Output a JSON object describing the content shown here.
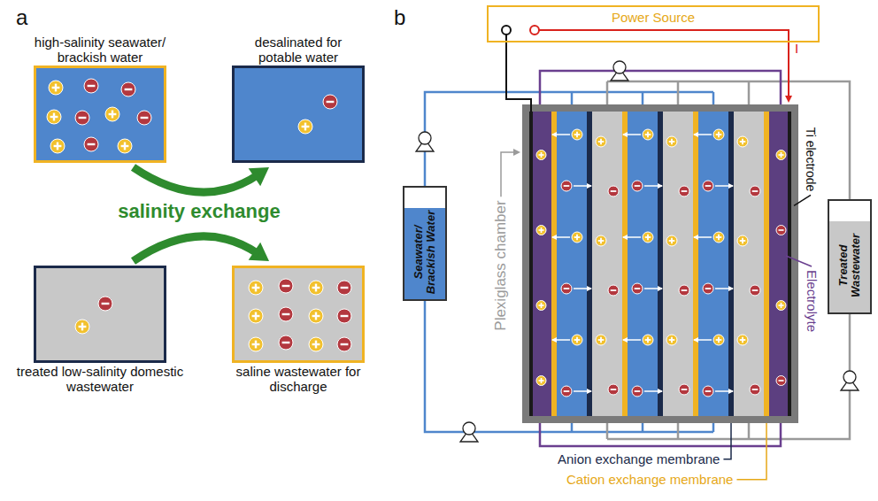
{
  "diagram": {
    "nodes": [
      {
        "text": [
          "high-salinity seawater/ brackish water"
        ]
      },
      {
        "text": [
          "desalinated for potable water"
        ]
      },
      {
        "text": [
          "treated low-salinity domestic wastewater"
        ]
      },
      {
        "text": [
          "saline wastewater for discharge"
        ]
      },
      {
        "text": [
          "Power Source"
        ]
      },
      {
        "text": [
          "Seawater/ Brackish Water"
        ]
      },
      {
        "text": [
          "Treated Wastewater"
        ]
      }
    ],
    "edges": [
      {
        "from": 0,
        "to": 1,
        "arrow": "to"
      },
      {
        "from": 2,
        "to": 3,
        "arrow": "to"
      }
    ],
    "labels": [
      "a",
      "salinity exchange",
      "b",
      "I",
      "Ti electrode",
      "Plexiglass chamber",
      "Electrolyte",
      "Anion exchange membrane",
      "Cation exchange membrane"
    ]
  }
}
